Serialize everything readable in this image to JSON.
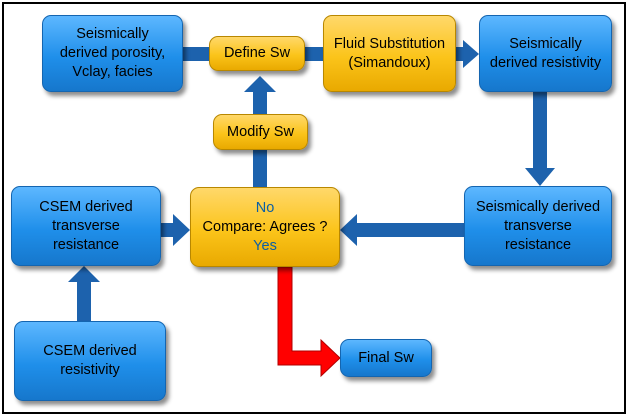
{
  "boxes": {
    "porosity": [
      "Seismically",
      "derived porosity,",
      "Vclay, facies"
    ],
    "define_sw": "Define Sw",
    "fluid_sub": [
      "Fluid Substitution",
      "(Simandoux)"
    ],
    "seis_resistivity": [
      "Seismically",
      "derived resistivity"
    ],
    "modify_sw": "Modify Sw",
    "compare": {
      "no": "No",
      "question": "Compare:  Agrees ?",
      "yes": "Yes"
    },
    "csem_transverse": [
      "CSEM derived",
      "transverse",
      "resistance"
    ],
    "seis_transverse": [
      "Seismically derived",
      "transverse",
      "resistance"
    ],
    "csem_resistivity": [
      "CSEM derived",
      "resistivity"
    ],
    "final_sw": "Final Sw"
  },
  "colors": {
    "blue_box": "#1f8fea",
    "yellow_box": "#fbc41a",
    "arrow_blue": "#1d62ad",
    "arrow_red": "#ff0000"
  }
}
